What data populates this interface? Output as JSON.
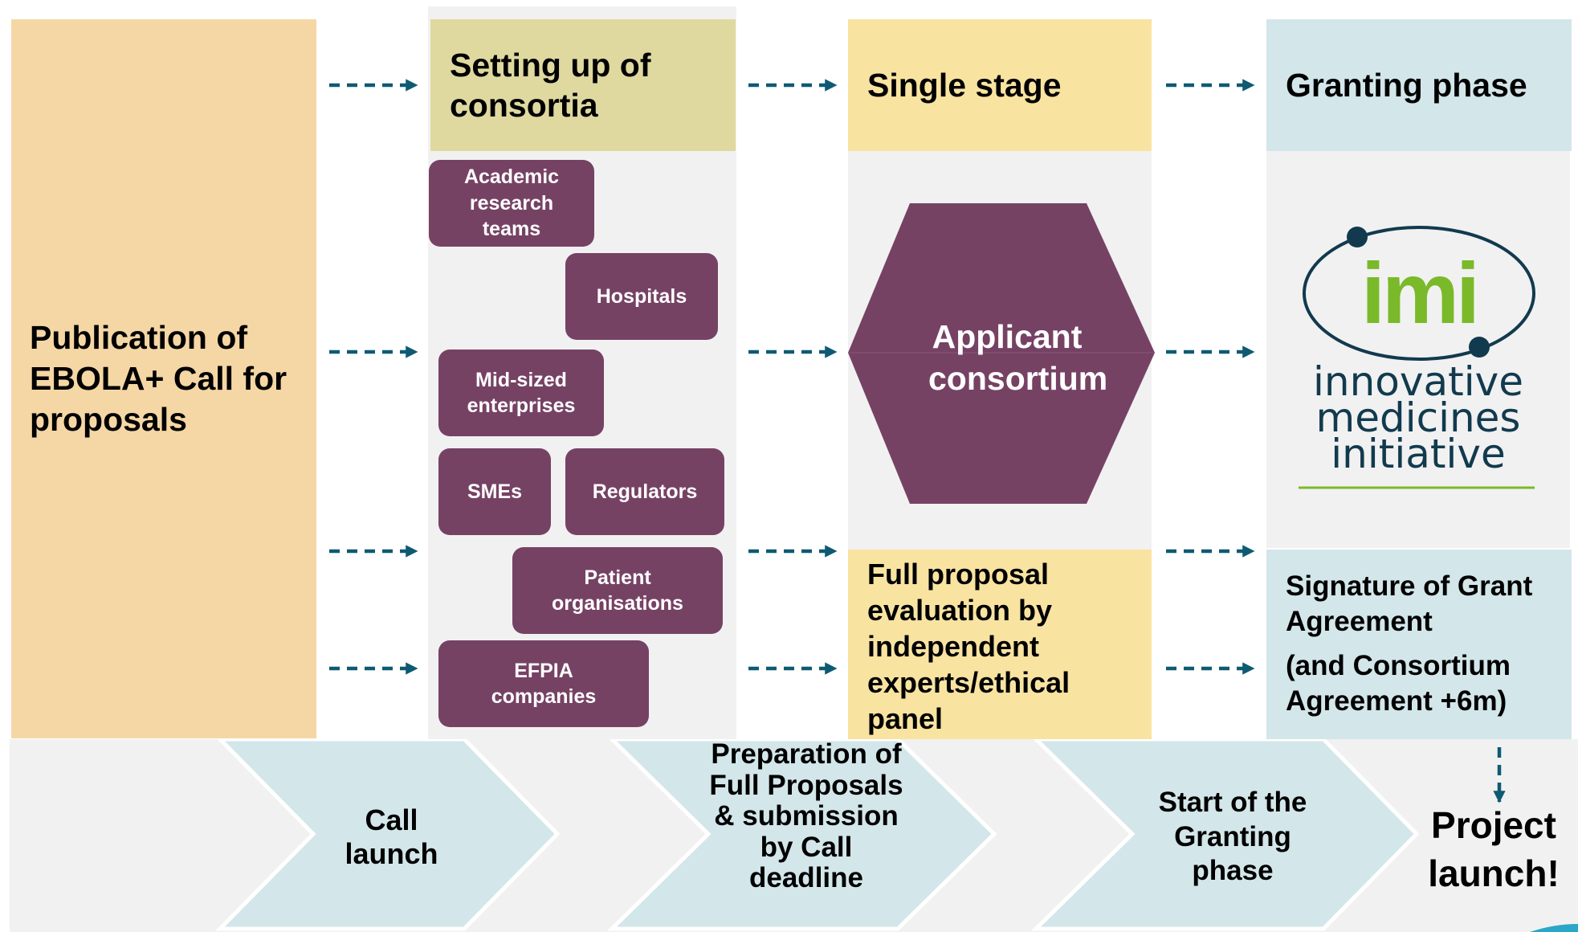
{
  "colors": {
    "publication": "#f5d6a5",
    "setup_header": "#dfd9a0",
    "single_stage": "#f8e3a1",
    "granting": "#d3e6ea",
    "stakeholder": "#764264",
    "arrow": "#0e5a73",
    "chevron": "#d3e6ea",
    "imi_green": "#7ab929",
    "imi_navy": "#123a4e"
  },
  "publication": {
    "title": "Publication of EBOLA+ Call for proposals"
  },
  "setup": {
    "title": "Setting up of consortia",
    "stakeholders": {
      "academic": "Academic research teams",
      "hospitals": "Hospitals",
      "midsized": "Mid-sized enterprises",
      "smes": "SMEs",
      "regulators": "Regulators",
      "patients": "Patient organisations",
      "efpia": "EFPIA companies"
    }
  },
  "single_stage": {
    "title": "Single stage",
    "consortium": "Applicant consortium",
    "evaluation": "Full proposal evaluation by independent experts/ethical panel"
  },
  "granting": {
    "title": "Granting phase",
    "logo": {
      "mark": "imi",
      "line1": "innovative",
      "line2": "medicines",
      "line3": "initiative"
    },
    "signature": "Signature of Grant Agreement",
    "consortium_agreement": "(and Consortium Agreement +6m)"
  },
  "timeline": {
    "call_launch": "Call launch",
    "preparation": "Preparation of Full Proposals & submission by Call deadline",
    "start_granting": "Start of the Granting phase",
    "project_launch": "Project launch!"
  }
}
